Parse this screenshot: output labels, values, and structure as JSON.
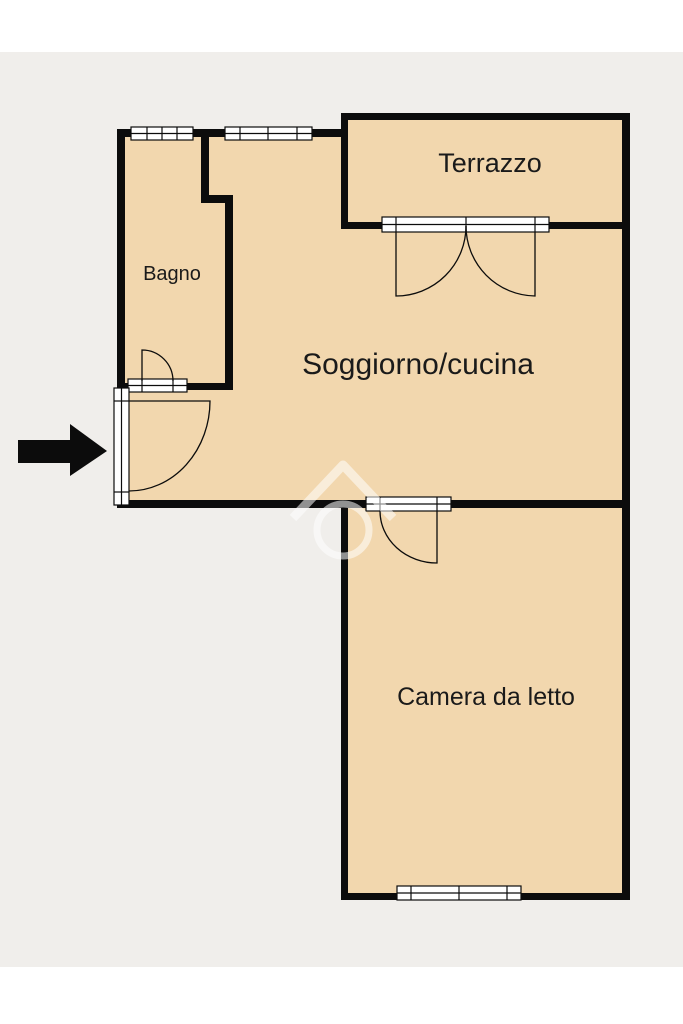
{
  "floorplan": {
    "rooms": {
      "terrazzo": "Terrazzo",
      "bagno": "Bagno",
      "soggiorno": "Soggiorno/cucina",
      "camera": "Camera da letto"
    },
    "colors": {
      "background": "#f0eeeb",
      "floor": "#f2d7ae",
      "wall": "#0c0c0c",
      "window_frame": "#ffffff",
      "entry_arrow": "#0c0c0c"
    },
    "icons": [
      "entry-arrow-icon",
      "watermark-house-icon"
    ]
  }
}
